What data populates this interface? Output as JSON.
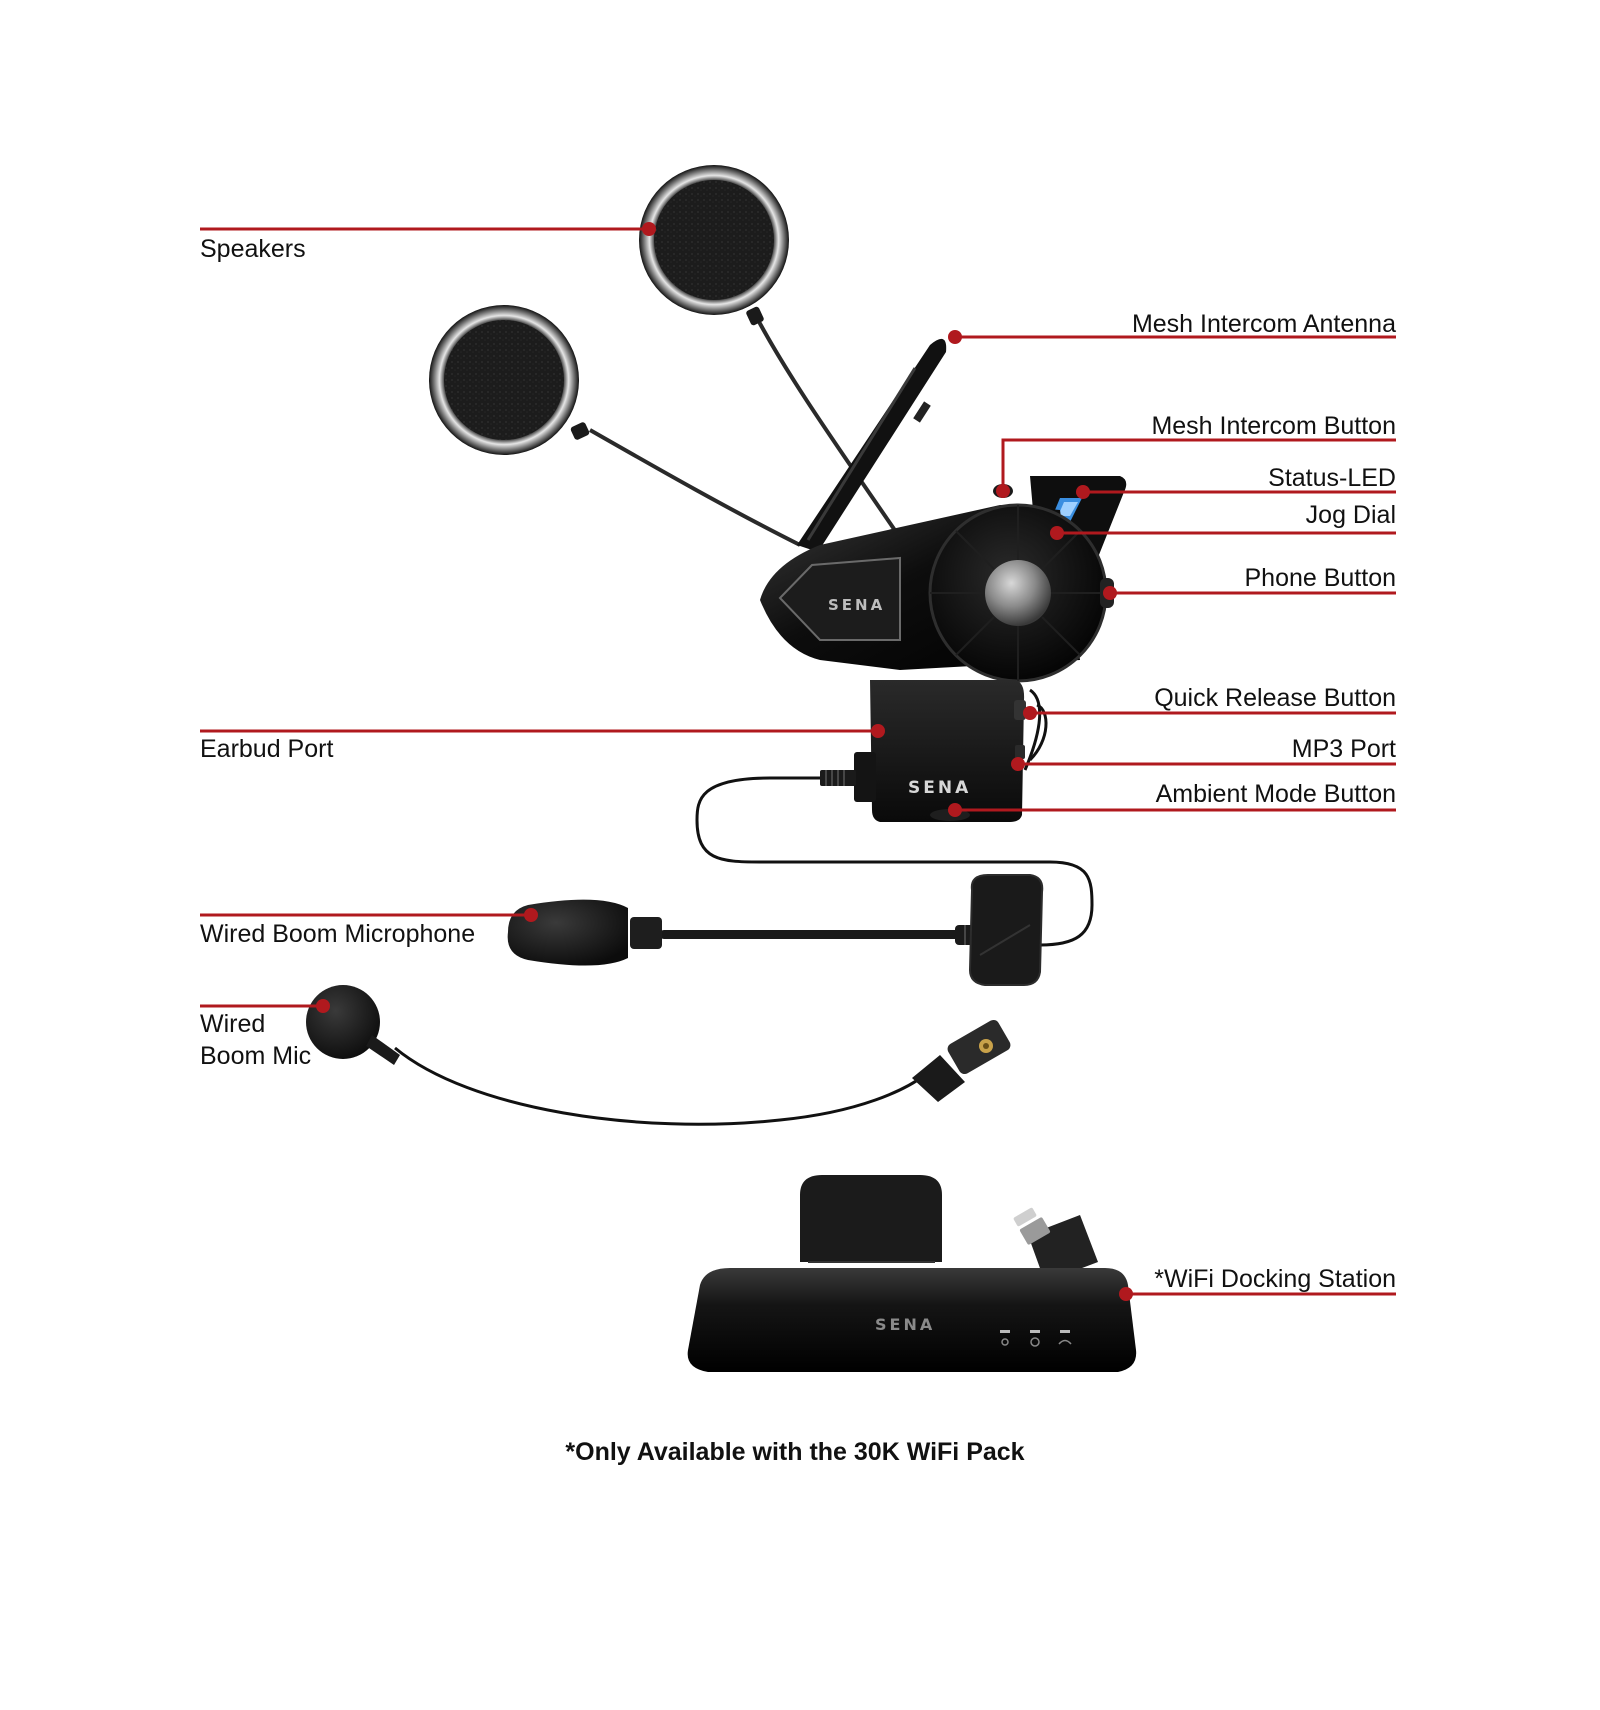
{
  "diagram": {
    "brand": "SENA",
    "accent_color": "#b0191e",
    "labels": {
      "speakers": "Speakers",
      "mesh_intercom_antenna": "Mesh Intercom Antenna",
      "mesh_intercom_button": "Mesh Intercom Button",
      "status_led": "Status-LED",
      "jog_dial": "Jog Dial",
      "phone_button": "Phone Button",
      "quick_release_button": "Quick Release Button",
      "earbud_port": "Earbud Port",
      "mp3_port": "MP3 Port",
      "ambient_mode_button": "Ambient Mode Button",
      "wired_boom_microphone": "Wired Boom Microphone",
      "wired_boom_mic_line1": "Wired",
      "wired_boom_mic_line2": "Boom Mic",
      "wifi_docking_station": "*WiFi Docking Station"
    },
    "footnote": "*Only Available with the 30K WiFi Pack"
  }
}
